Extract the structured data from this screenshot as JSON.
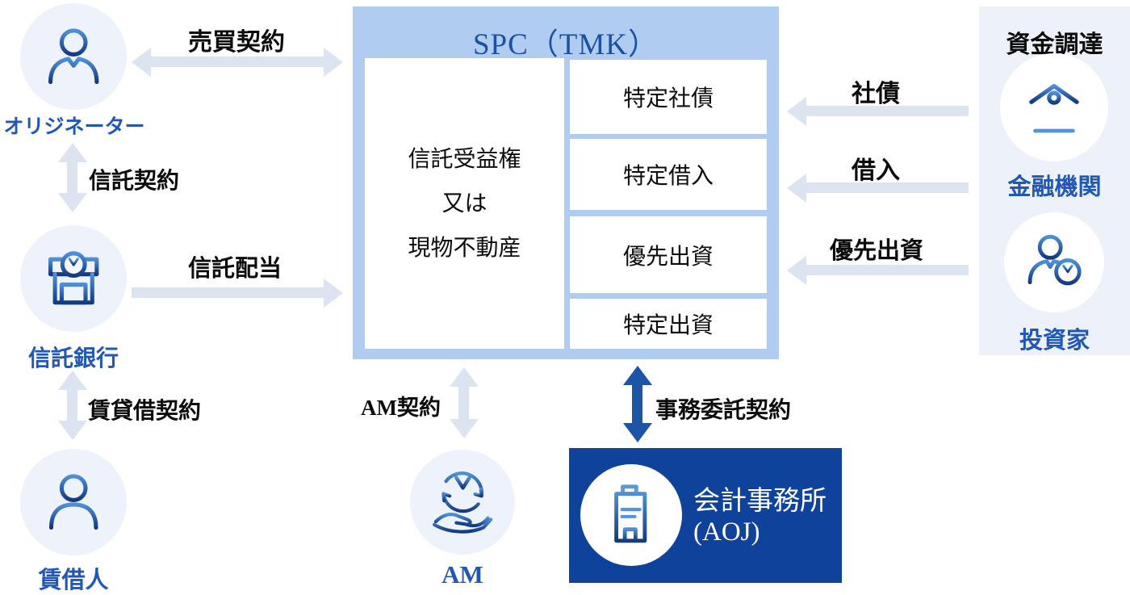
{
  "nodes": {
    "originator": {
      "label": "オリジネーター"
    },
    "trust_bank": {
      "label": "信託銀行"
    },
    "lessee": {
      "label": "賃借人"
    },
    "am": {
      "label": "AM"
    },
    "accounting": {
      "name": "会計事務所",
      "sub": "(AOJ)"
    }
  },
  "spc": {
    "title": "SPC（TMK）",
    "asset_lines": [
      "信託受益権",
      "又は",
      "現物不動産"
    ],
    "liabilities": [
      "特定社債",
      "特定借入",
      "優先出資",
      "特定出資"
    ]
  },
  "funding": {
    "title": "資金調達",
    "bank_label": "金融機関",
    "investor_label": "投資家"
  },
  "arrows": {
    "sale": "売買契約",
    "trust_contract": "信託契約",
    "trust_dividend": "信託配当",
    "lease": "賃貸借契約",
    "am_contract": "AM契約",
    "admin_contract": "事務委託契約",
    "bond": "社債",
    "loan": "借入",
    "preferred": "優先出資"
  },
  "colors": {
    "spc_fill": "#b0ccf0",
    "spc_title_blue": "#1b50a4",
    "funding_panel_fill": "#edf1f9",
    "accounting_fill": "#0e429b",
    "light_arrow": "#dce3f1",
    "dark_arrow": "#1d55a6",
    "blue_label": "#2157b5",
    "icon_circle_fill": "#edf2fb"
  }
}
